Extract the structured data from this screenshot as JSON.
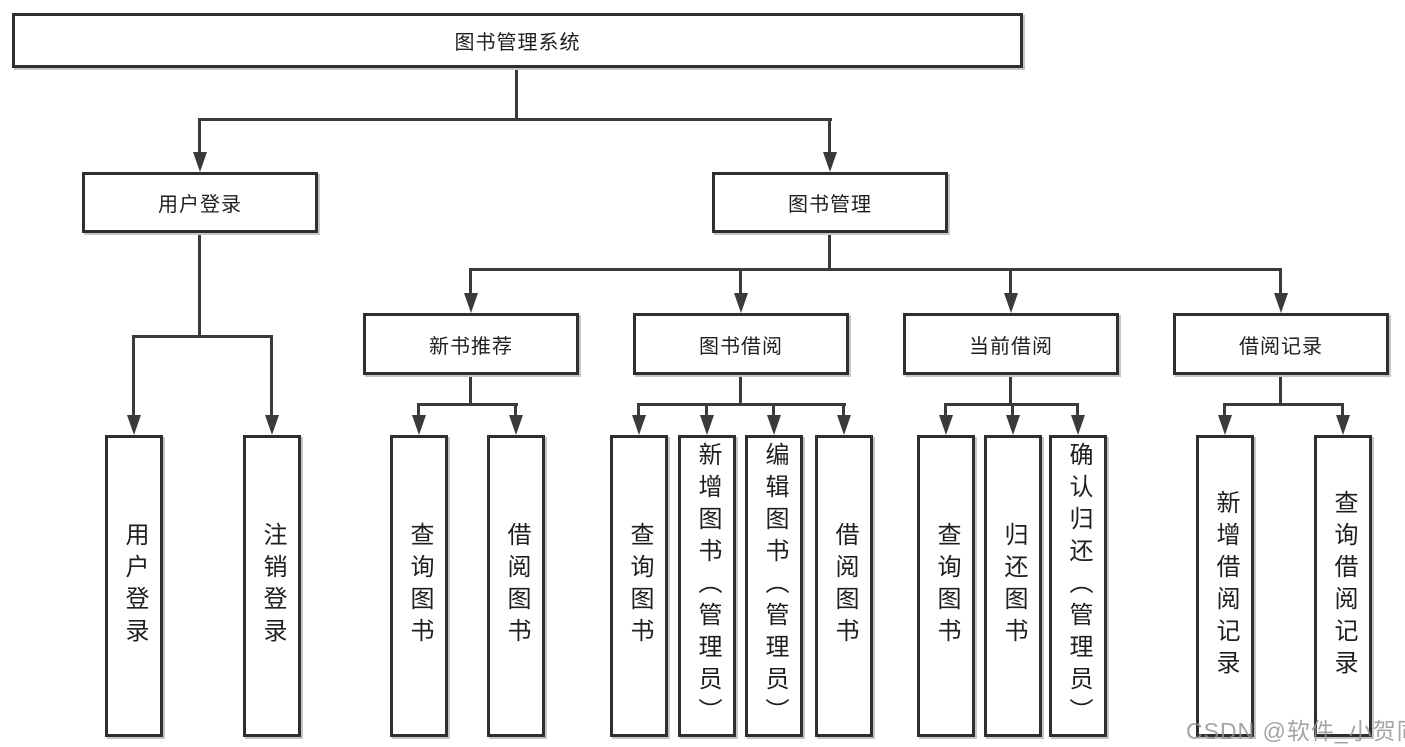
{
  "colors": {
    "line": "#3a3a3a",
    "box_border": "#2e2e2e",
    "box_fill": "#ffffff",
    "text": "#1f1f1f",
    "watermark": "#949494"
  },
  "watermark": "CSDN @软件_小贺同学",
  "tree": {
    "root": {
      "label": "图书管理系统",
      "children": [
        {
          "label": "用户登录",
          "children": [
            {
              "label": "用户登录"
            },
            {
              "label": "注销登录"
            }
          ]
        },
        {
          "label": "图书管理",
          "children": [
            {
              "label": "新书推荐",
              "children": [
                {
                  "label": "查询图书"
                },
                {
                  "label": "借阅图书"
                }
              ]
            },
            {
              "label": "图书借阅",
              "children": [
                {
                  "label": "查询图书"
                },
                {
                  "label": "新增图书（管理员）"
                },
                {
                  "label": "编辑图书（管理员）"
                },
                {
                  "label": "借阅图书"
                }
              ]
            },
            {
              "label": "当前借阅",
              "children": [
                {
                  "label": "查询图书"
                },
                {
                  "label": "归还图书"
                },
                {
                  "label": "确认归还（管理员）"
                }
              ]
            },
            {
              "label": "借阅记录",
              "children": [
                {
                  "label": "新增借阅记录"
                },
                {
                  "label": "查询借阅记录"
                }
              ]
            }
          ]
        }
      ]
    }
  }
}
